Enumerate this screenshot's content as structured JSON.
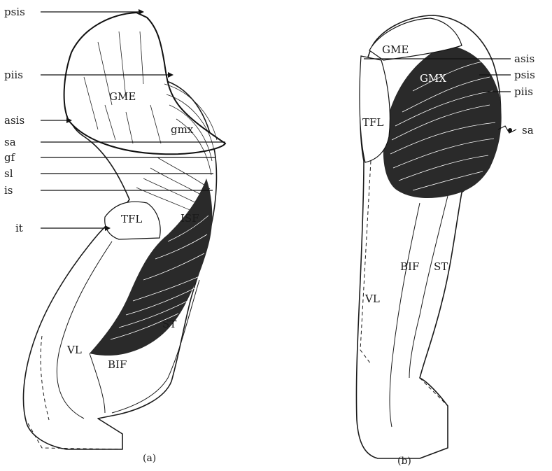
{
  "figure_a": {
    "caption": "(a)",
    "labels": {
      "psis": "psis",
      "piis": "piis",
      "asis": "asis",
      "sa": "sa",
      "gf": "gf",
      "sl": "sl",
      "is": "is",
      "it": "it",
      "GME": "GME",
      "gmx": "gmx",
      "TFL": "TFL",
      "ISF": "ISF",
      "VL": "VL",
      "ST": "ST",
      "BIF": "BIF"
    }
  },
  "figure_b": {
    "caption": "(b)",
    "labels": {
      "asis": "asis",
      "psis": "psis",
      "piis": "piis",
      "sa": "sa",
      "GME": "GME",
      "GMX": "GMX",
      "TFL": "TFL",
      "VL": "VL",
      "BIF": "BIF",
      "ST": "ST"
    }
  }
}
